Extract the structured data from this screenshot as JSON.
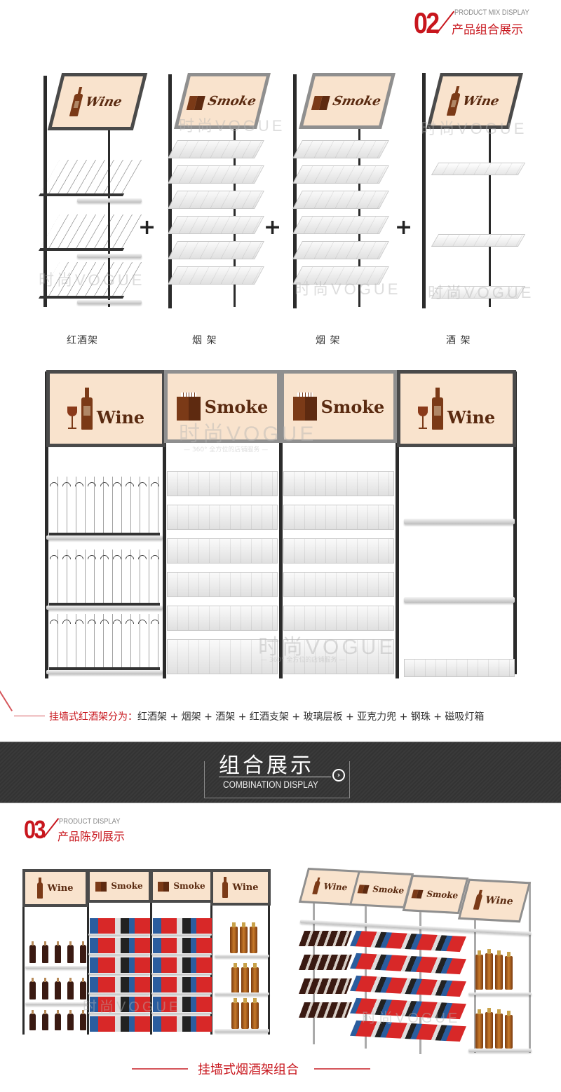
{
  "section2": {
    "number": "02",
    "title_en": "PRODUCT MIX DISPLAY",
    "title_cn": "产品组合展示"
  },
  "units": [
    {
      "sign": "Wine",
      "type": "wine",
      "caption": "红酒架"
    },
    {
      "sign": "Smoke",
      "type": "smoke",
      "caption": "烟 架"
    },
    {
      "sign": "Smoke",
      "type": "smoke",
      "caption": "烟 架"
    },
    {
      "sign": "Wine",
      "type": "wine",
      "caption": "酒 架"
    }
  ],
  "plus_symbol": "+",
  "combined_signs": [
    "Wine",
    "Smoke",
    "Smoke",
    "Wine"
  ],
  "watermark": {
    "main": "时尚VOGUE",
    "sub": "— 360° 全方位的店铺服务 —"
  },
  "composition": {
    "label": "挂墙式红酒架分为：",
    "parts": "红酒架 + 烟架 + 酒架 + 红酒支架 + 玻璃层板 + 亚克力兜 + 钢珠 + 磁吸灯箱"
  },
  "banner": {
    "title_cn": "组合展示",
    "title_en": "COMBINATION DISPLAY",
    "arrow": "›"
  },
  "section3": {
    "number": "03",
    "title_en": "PRODUCT DISPLAY",
    "title_cn": "产品陈列展示"
  },
  "display_signs_front": [
    "Wine",
    "Smoke",
    "Smoke",
    "Wine"
  ],
  "display_signs_angle": [
    "Wine",
    "Smoke",
    "Smoke",
    "Wine"
  ],
  "footer": {
    "caption": "挂墙式烟酒架组合"
  },
  "colors": {
    "accent_red": "#c8161d",
    "sign_bg": "#f9e3cd",
    "sign_text": "#5a2a10",
    "banner_bg": "#363636"
  }
}
